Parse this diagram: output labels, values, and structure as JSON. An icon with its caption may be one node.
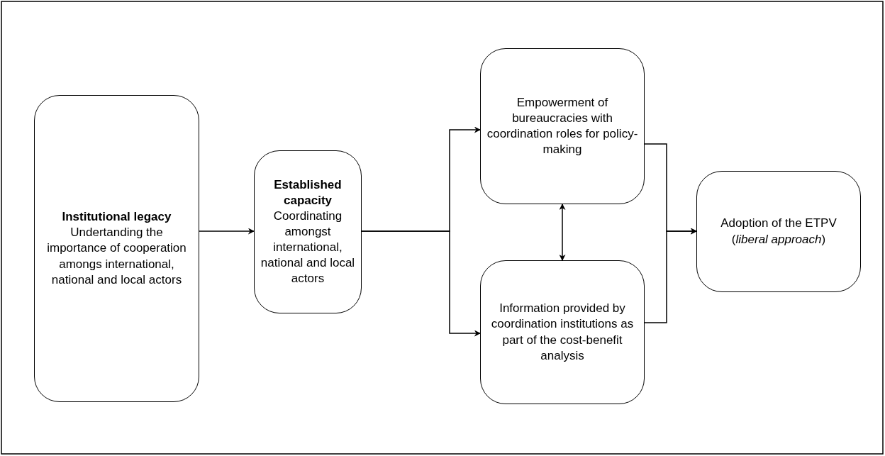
{
  "diagram": {
    "nodes": [
      {
        "text": [
          "Institutional legacy",
          "Undertanding the importance of cooperation amongs international, national and local actors"
        ]
      },
      {
        "text": [
          "Established capacity",
          "Coordinating amongst international, national and local actors"
        ]
      },
      {
        "text": [
          "Empowerment of bureaucracies with coordination roles for policy-making"
        ]
      },
      {
        "text": [
          "Information provided by coordination institutions as part of the cost-benefit analysis"
        ]
      },
      {
        "text": [
          "Adoption of the ETPV (*liberal approach*)"
        ]
      }
    ],
    "edges": [
      {
        "from": 0,
        "to": 1,
        "arrow": "to"
      },
      {
        "from": 1,
        "to": 2,
        "arrow": "to"
      },
      {
        "from": 1,
        "to": 3,
        "arrow": "to"
      },
      {
        "from": 2,
        "to": 3,
        "arrow": "both"
      },
      {
        "from": 2,
        "to": 4,
        "arrow": "to"
      },
      {
        "from": 3,
        "to": 4,
        "arrow": "to"
      }
    ]
  }
}
